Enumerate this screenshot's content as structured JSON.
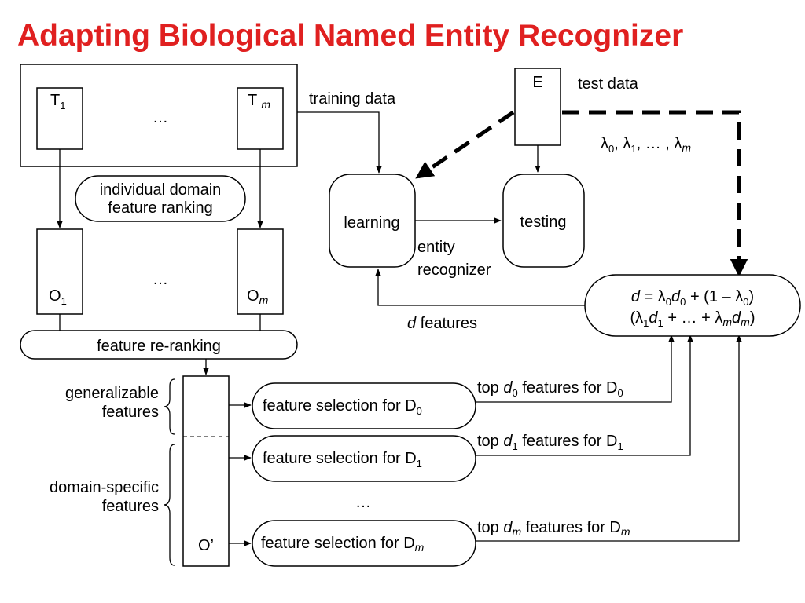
{
  "title": "Adapting Biological Named Entity Recognizer",
  "nodes": {
    "t1": {
      "base": "T",
      "sub": "1"
    },
    "tm": {
      "base": "T ",
      "sub": "m"
    },
    "top_ellipsis": "…",
    "individual_ranking": {
      "line1": "individual domain",
      "line2": "feature ranking"
    },
    "o1": {
      "base": "O",
      "sub": "1"
    },
    "om": {
      "base": "O",
      "sub": "m"
    },
    "mid_ellipsis": "…",
    "feature_reranking": "feature re-ranking",
    "generalizable": {
      "line1": "generalizable",
      "line2": "features"
    },
    "domain_specific": {
      "line1": "domain-specific",
      "line2": "features"
    },
    "o_prime": "O’",
    "fs0": {
      "base": "feature selection for D",
      "sub": "0"
    },
    "fs1": {
      "base": "feature selection for D",
      "sub": "1"
    },
    "fs_ellipsis": "…",
    "fsm": {
      "base": "feature selection for D",
      "sub": "m"
    },
    "e": "E",
    "learning": "learning",
    "testing": "testing",
    "entity_recognizer": {
      "line1": "entity",
      "line2": "recognizer"
    },
    "formula": {
      "l1_d": "d",
      "l1_eq": " = λ",
      "l1_s0": "0",
      "l1_d0": "d",
      "l1_s0b": "0",
      "l1_rest": " + (1 – λ",
      "l1_s0c": "0",
      "l1_end": ")",
      "l2_open": "(λ",
      "l2_s1": "1",
      "l2_d1": "d",
      "l2_s1b": "1",
      "l2_mid": " + … + λ",
      "l2_sm": "m",
      "l2_dm": "d",
      "l2_smb": "m",
      "l2_end": ")"
    }
  },
  "edge_labels": {
    "training_data": "training data",
    "test_data": "test data",
    "lambdas": {
      "a": "λ",
      "s0": "0",
      "b": ", λ",
      "s1": "1",
      "c": ", … , λ",
      "sm": "m"
    },
    "d_features": {
      "d": "d",
      "rest": " features"
    },
    "top0": {
      "a": "top ",
      "d": "d",
      "s": "0",
      "b": " features for D",
      "sb": "0"
    },
    "top1": {
      "a": "top ",
      "d": "d",
      "s": "1",
      "b": " features for D",
      "sb": "1"
    },
    "topm": {
      "a": "top ",
      "d": "d",
      "s": "m",
      "b": " features for D",
      "sb": "m"
    }
  }
}
